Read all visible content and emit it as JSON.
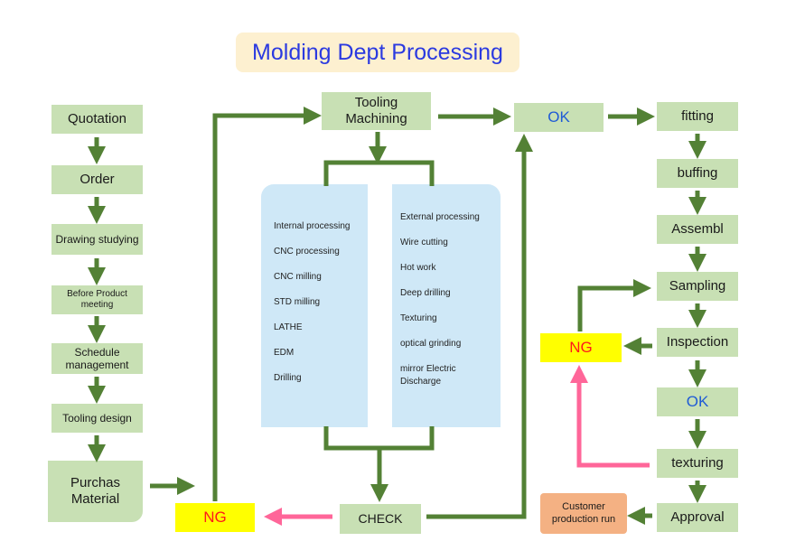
{
  "title": "Molding Dept Processing",
  "left_column": [
    "Quotation",
    "Order",
    "Drawing studying",
    "Before Product meeting",
    "Schedule management",
    "Tooling design",
    "Purchas Material"
  ],
  "tooling_machining": "Tooling Machining",
  "ok_top": "OK",
  "internal_processes": [
    "Internal processing",
    "CNC processing",
    "CNC milling",
    "STD milling",
    "LATHE",
    "EDM",
    "Drilling"
  ],
  "external_processes": [
    "External processing",
    "Wire cutting",
    "Hot work",
    "Deep drilling",
    "Texturing",
    "optical grinding",
    "mirror Electric Discharge"
  ],
  "check": "CHECK",
  "ng_bottom": "NG",
  "right_column": [
    "fitting",
    "buffing",
    "Assembl",
    "Sampling",
    "Inspection",
    "OK",
    "texturing",
    "Approval"
  ],
  "ng_right": "NG",
  "customer_production": "Customer production run",
  "colors": {
    "box": "#c8e0b4",
    "arrow_green": "#538135",
    "arrow_pink": "#ff6699",
    "ng_fill": "#ffff00",
    "ng_text": "#ff1a1a",
    "panel": "#cfe8f7",
    "title_text": "#2b3ae0",
    "title_bg": "#fdf0d0",
    "customer_box": "#f4b183"
  }
}
